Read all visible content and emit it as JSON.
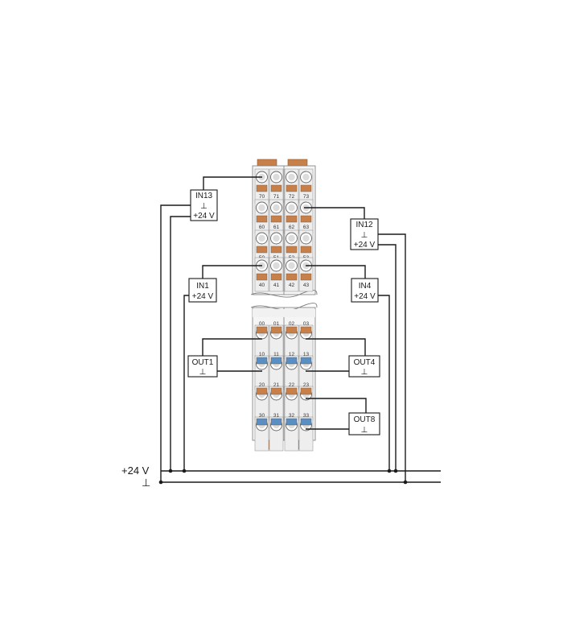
{
  "rail": {
    "plus_label": "+24 V",
    "ground_symbol": "⊥"
  },
  "modules": [
    {
      "id": "in13",
      "name": "IN13",
      "symbol": "⊥",
      "supply": "+24 V"
    },
    {
      "id": "in12",
      "name": "IN12",
      "symbol": "⊥",
      "supply": "+24 V"
    },
    {
      "id": "in1",
      "name": "IN1",
      "supply": "+24 V"
    },
    {
      "id": "in4",
      "name": "IN4",
      "supply": "+24 V"
    },
    {
      "id": "out1",
      "name": "OUT1",
      "symbol": "⊥"
    },
    {
      "id": "out4",
      "name": "OUT4",
      "symbol": "⊥"
    },
    {
      "id": "out8",
      "name": "OUT8",
      "symbol": "⊥"
    }
  ],
  "terminals_top": [
    [
      "70",
      "71",
      "72",
      "73"
    ],
    [
      "60",
      "61",
      "62",
      "63"
    ],
    [
      "50",
      "51",
      "52",
      "53"
    ],
    [
      "40",
      "41",
      "42",
      "43"
    ]
  ],
  "terminals_bottom": [
    [
      "00",
      "01",
      "02",
      "03"
    ],
    [
      "10",
      "11",
      "12",
      "13"
    ],
    [
      "20",
      "21",
      "22",
      "23"
    ],
    [
      "30",
      "31",
      "32",
      "33"
    ]
  ],
  "colors": {
    "orange_lever": "#c8804a",
    "blue_lever": "#5a8fc4",
    "wire": "#1a1a1a"
  }
}
